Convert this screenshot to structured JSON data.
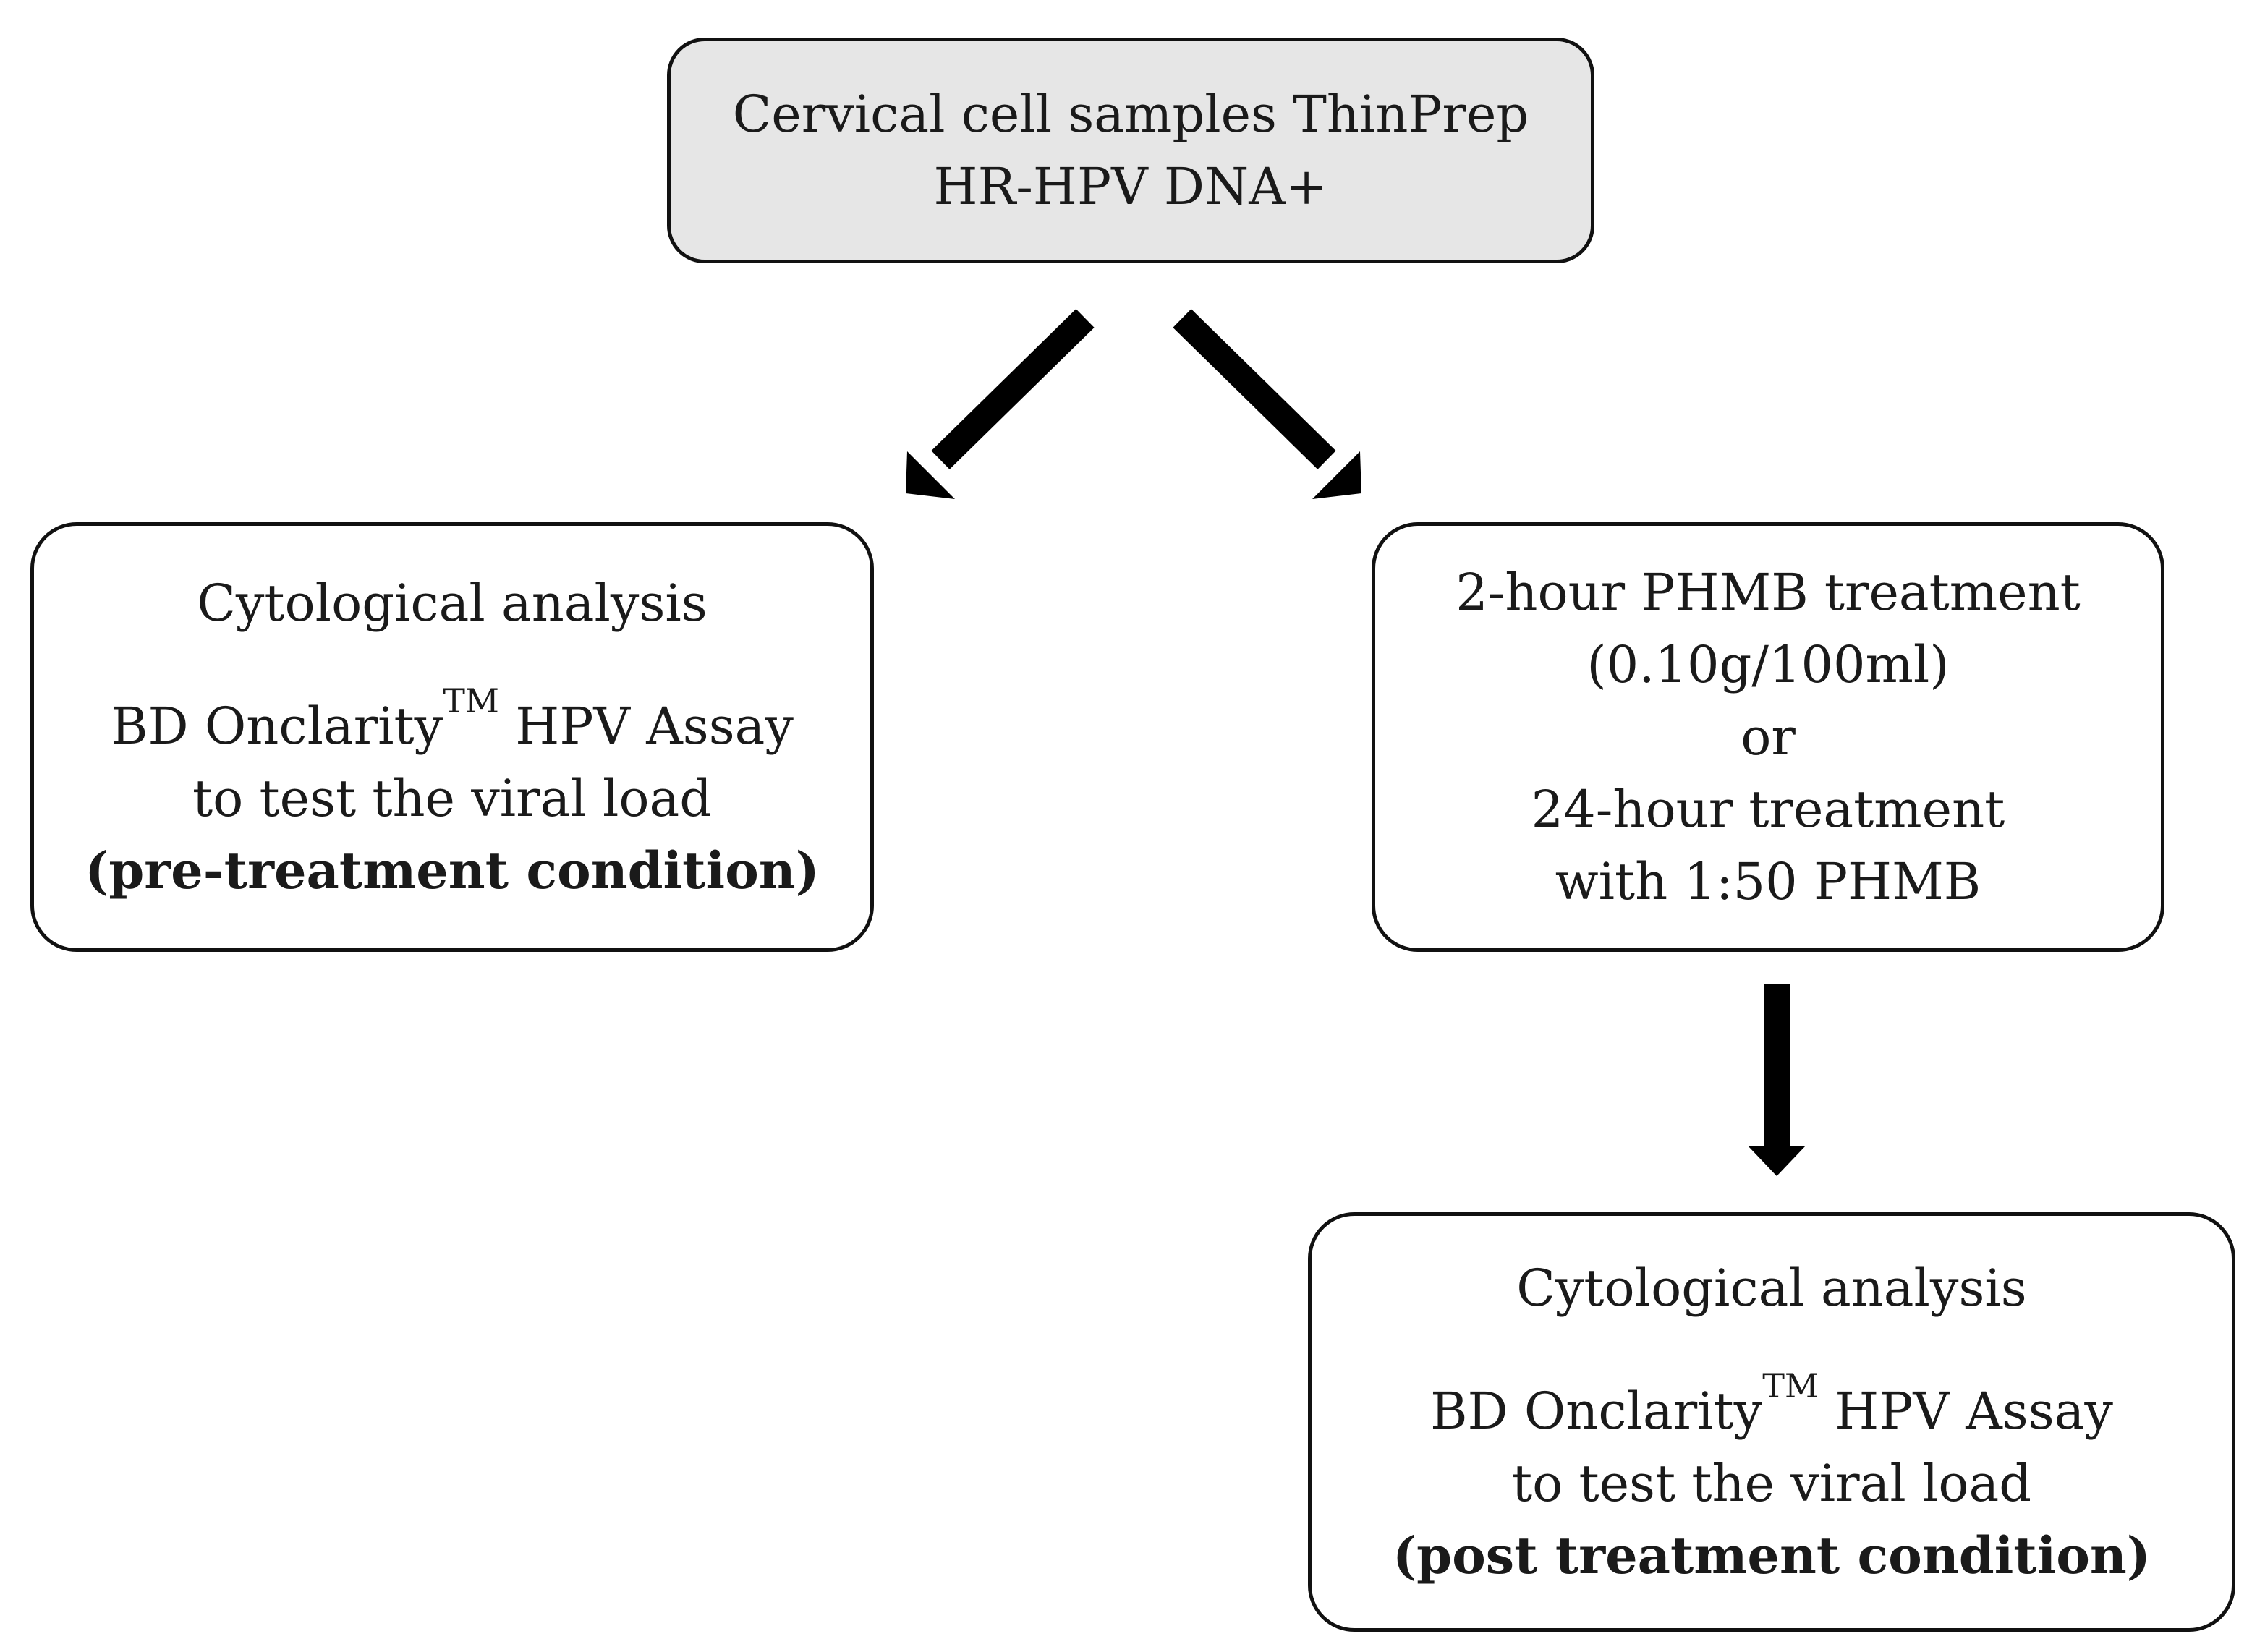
{
  "top_box": {
    "line1": "Cervical cell samples ThinPrep",
    "line2": "HR-HPV DNA+"
  },
  "left_box": {
    "heading": "Cytological analysis",
    "assay_prefix": "BD Onclarity",
    "assay_tm": "TM",
    "assay_suffix": " HPV Assay",
    "purpose": "to test the viral load",
    "condition": "(pre-treatment condition)"
  },
  "right_box": {
    "line1": "2-hour PHMB treatment",
    "line2": "(0.10g/100ml)",
    "line3": "or",
    "line4": "24-hour treatment",
    "line5": "with 1:50 PHMB"
  },
  "bottom_box": {
    "heading": "Cytological analysis",
    "assay_prefix": "BD Onclarity",
    "assay_tm": "TM",
    "assay_suffix": " HPV Assay",
    "purpose": "to test the viral load",
    "condition": "(post treatment condition)"
  },
  "colors": {
    "stroke": "#111111",
    "top_fill": "#e6e6e6",
    "box_fill": "#ffffff"
  }
}
